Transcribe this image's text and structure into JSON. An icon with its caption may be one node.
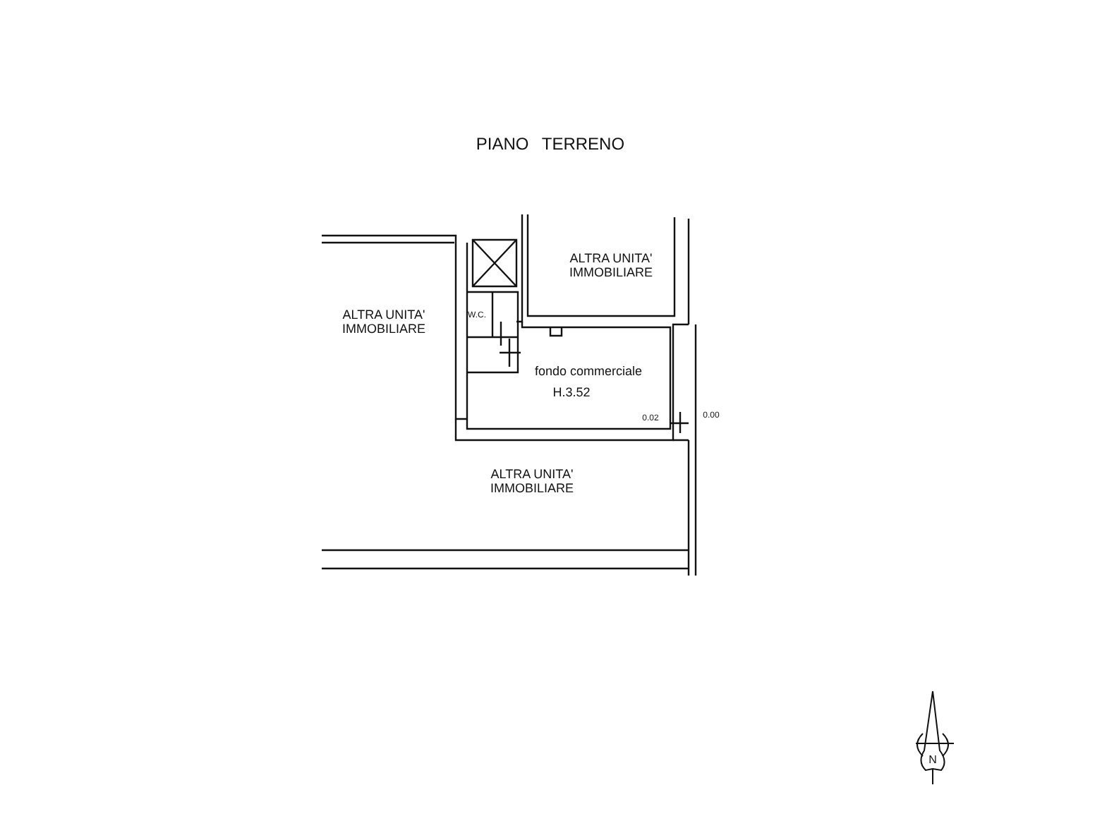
{
  "diagram": {
    "title": "PIANO TERRENO",
    "labels": [
      "ALTRA UNITA' IMMOBILIARE",
      "ALTRA UNITA' IMMOBILIARE",
      "W.C.",
      "fondo commerciale",
      "H.3.52",
      "0.02",
      "0.00",
      "ALTRA UNITA' IMMOBILIARE",
      "N"
    ]
  }
}
